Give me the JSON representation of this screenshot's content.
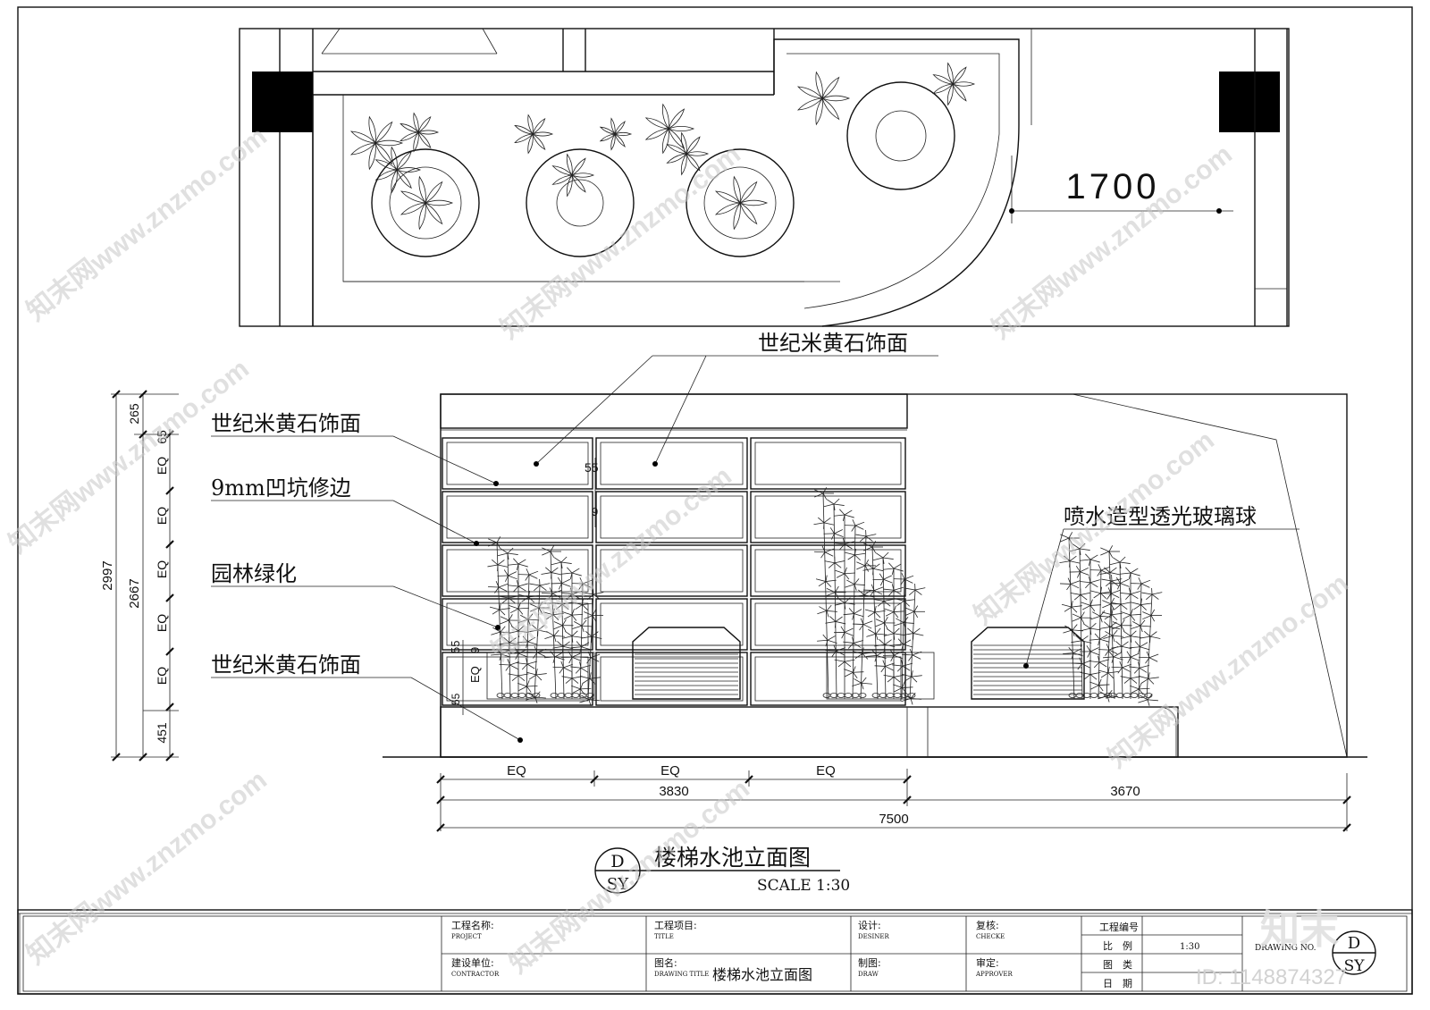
{
  "drawing": {
    "plan": {
      "dim_label": "1700"
    },
    "callouts": {
      "top_stone": "世纪米黄石饰面",
      "left_stone_1": "世纪米黄石饰面",
      "groove_trim": "9mm凹坑修边",
      "landscape": "园林绿化",
      "left_stone_2": "世纪米黄石饰面",
      "glass_ball": "喷水造型透光玻璃球"
    },
    "vertical_dims": {
      "outer_total": "2997",
      "inner_total": "2667",
      "top_265": "265",
      "top_65": "65",
      "bottom_451": "451",
      "eq_labels": [
        "EQ",
        "EQ",
        "EQ",
        "EQ",
        "EQ"
      ]
    },
    "detail_dims": {
      "d55_top": "55",
      "d9_top": "9",
      "d55_bot": "55",
      "d9_bot": "9",
      "eq_small": "EQ",
      "d55_base": "55"
    },
    "horizontal_dims": {
      "eq_labels": [
        "EQ",
        "EQ",
        "EQ"
      ],
      "left_total": "3830",
      "right_total": "3670",
      "overall": "7500"
    },
    "title": {
      "name": "楼梯水池立面图",
      "scale": "SCALE 1:30",
      "badge_top": "D",
      "badge_bottom": "SY"
    }
  },
  "title_block": {
    "project_cn": "工程名称:",
    "project_en": "PROJECT",
    "contractor_cn": "建设单位:",
    "contractor_en": "CONTRACTOR",
    "title_cn": "工程项目:",
    "title_en": "TITLE",
    "drawing_title_cn": "图名:",
    "drawing_title_en": "DRAWING TITLE",
    "drawing_title_value": "楼梯水池立面图",
    "designer_cn": "设计:",
    "designer_en": "DESINER",
    "draw_cn": "制图:",
    "draw_en": "DRAW",
    "check_cn": "复核:",
    "check_en": "CHECKE",
    "approver_cn": "审定:",
    "approver_en": "APPROVER",
    "project_no": "工程编号",
    "ratio_label": "比　例",
    "ratio_value": "1:30",
    "category_label": "图　类",
    "date_label": "日　期",
    "drawing_no": "DRAWING NO.",
    "badge_top": "D",
    "badge_bottom": "SY"
  },
  "watermark": {
    "site": "知末网www.znzmo.com",
    "logo": "知末",
    "id": "ID: 1148874327"
  }
}
